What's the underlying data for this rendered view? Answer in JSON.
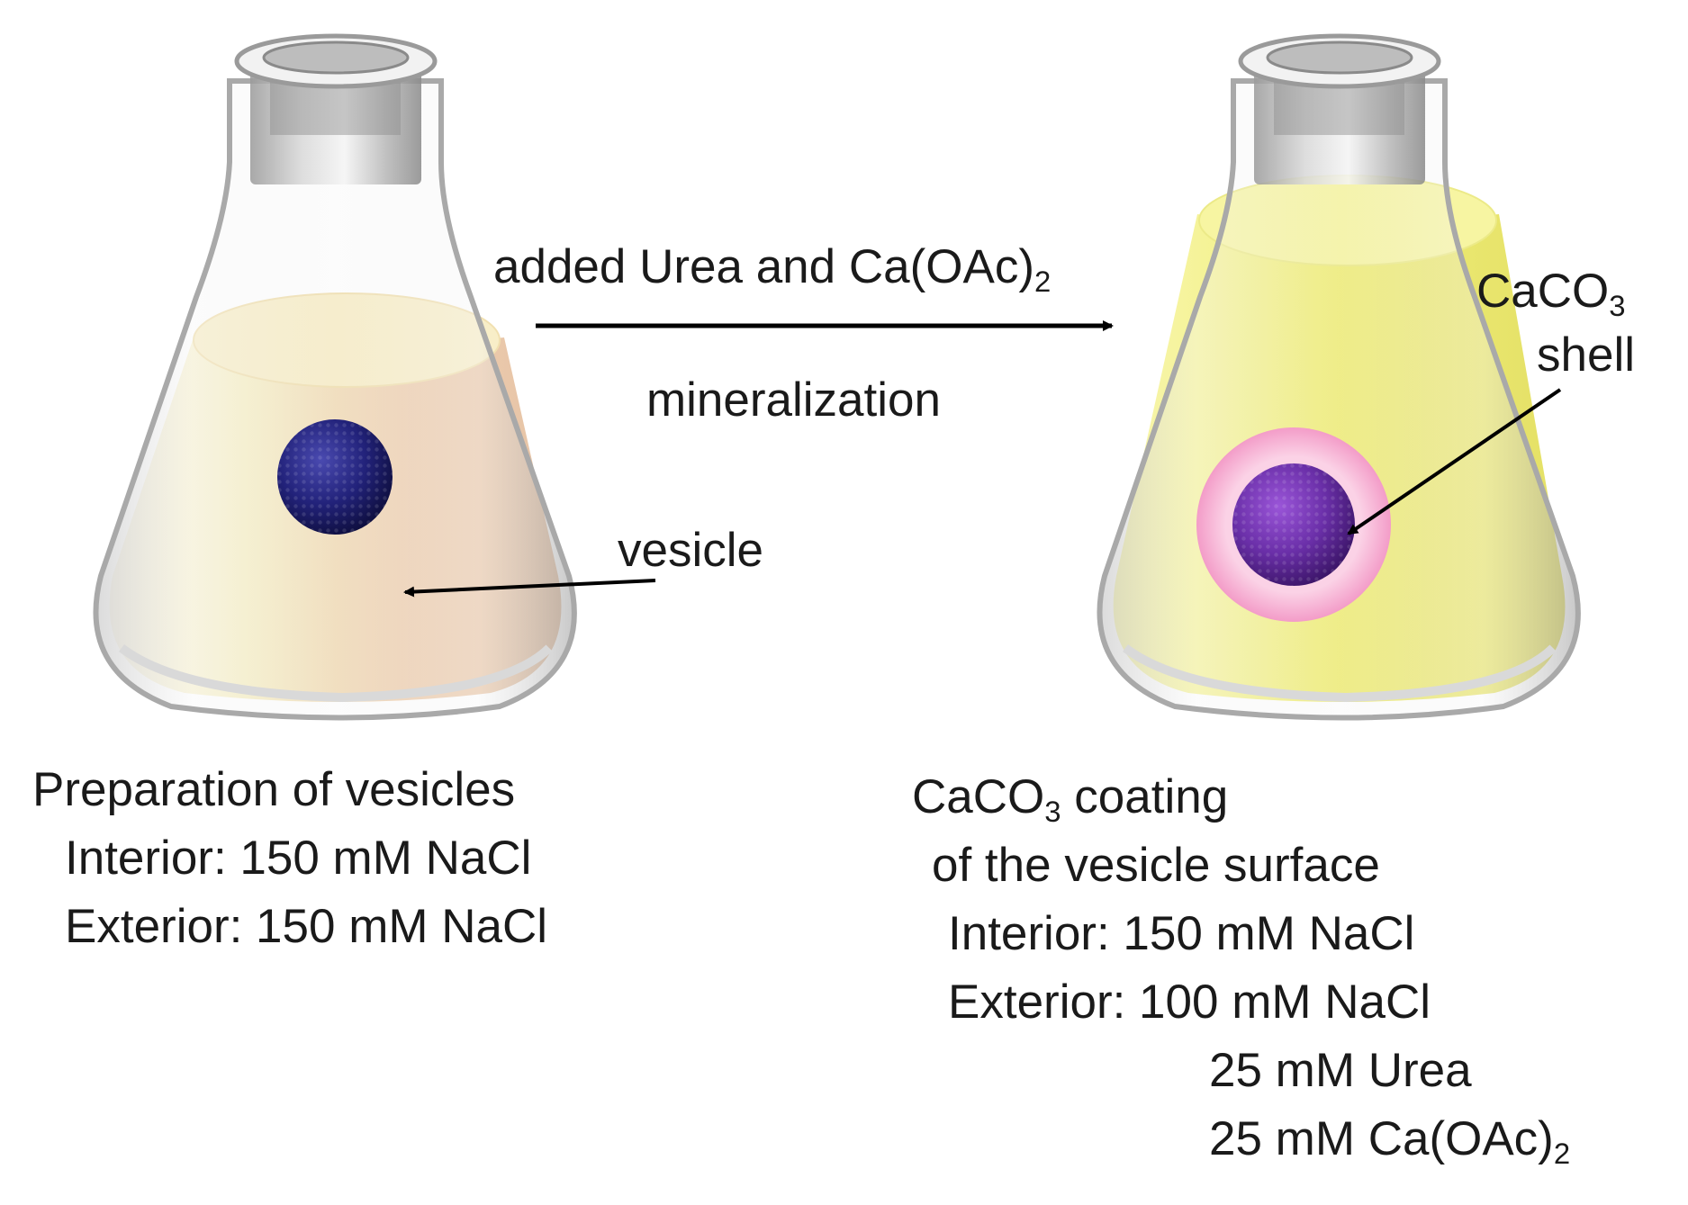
{
  "arrow_label": {
    "top_text": "added Urea and Ca(OAc)",
    "top_sub": "2",
    "bottom": "mineralization"
  },
  "vesicle_label": "vesicle",
  "shell_label": {
    "line1_text": "CaCO",
    "line1_sub": "3",
    "line2": "shell"
  },
  "left_caption": {
    "title": "Preparation of vesicles",
    "interior": "Interior: 150 mM NaCl",
    "exterior": "Exterior: 150 mM NaCl"
  },
  "right_caption": {
    "title_text": "CaCO",
    "title_sub": "3",
    "title_rest": " coating",
    "line2": "of the vesicle surface",
    "interior": "Interior: 150 mM NaCl",
    "exterior": "Exterior: 100 mM NaCl",
    "urea": "25 mM Urea",
    "ca_text": "25 mM Ca(OAc)",
    "ca_sub": "2"
  },
  "colors": {
    "left_solution": "#f3d9b8",
    "left_surface": "#f8edc6",
    "right_solution": "#f2f08a",
    "right_surface": "#f7f5a6",
    "vesicle": "#1f1f6b",
    "vesicle_coated": "#6a2fa8",
    "shell": "#f6b6d6",
    "glass": "#c9c9c9"
  }
}
